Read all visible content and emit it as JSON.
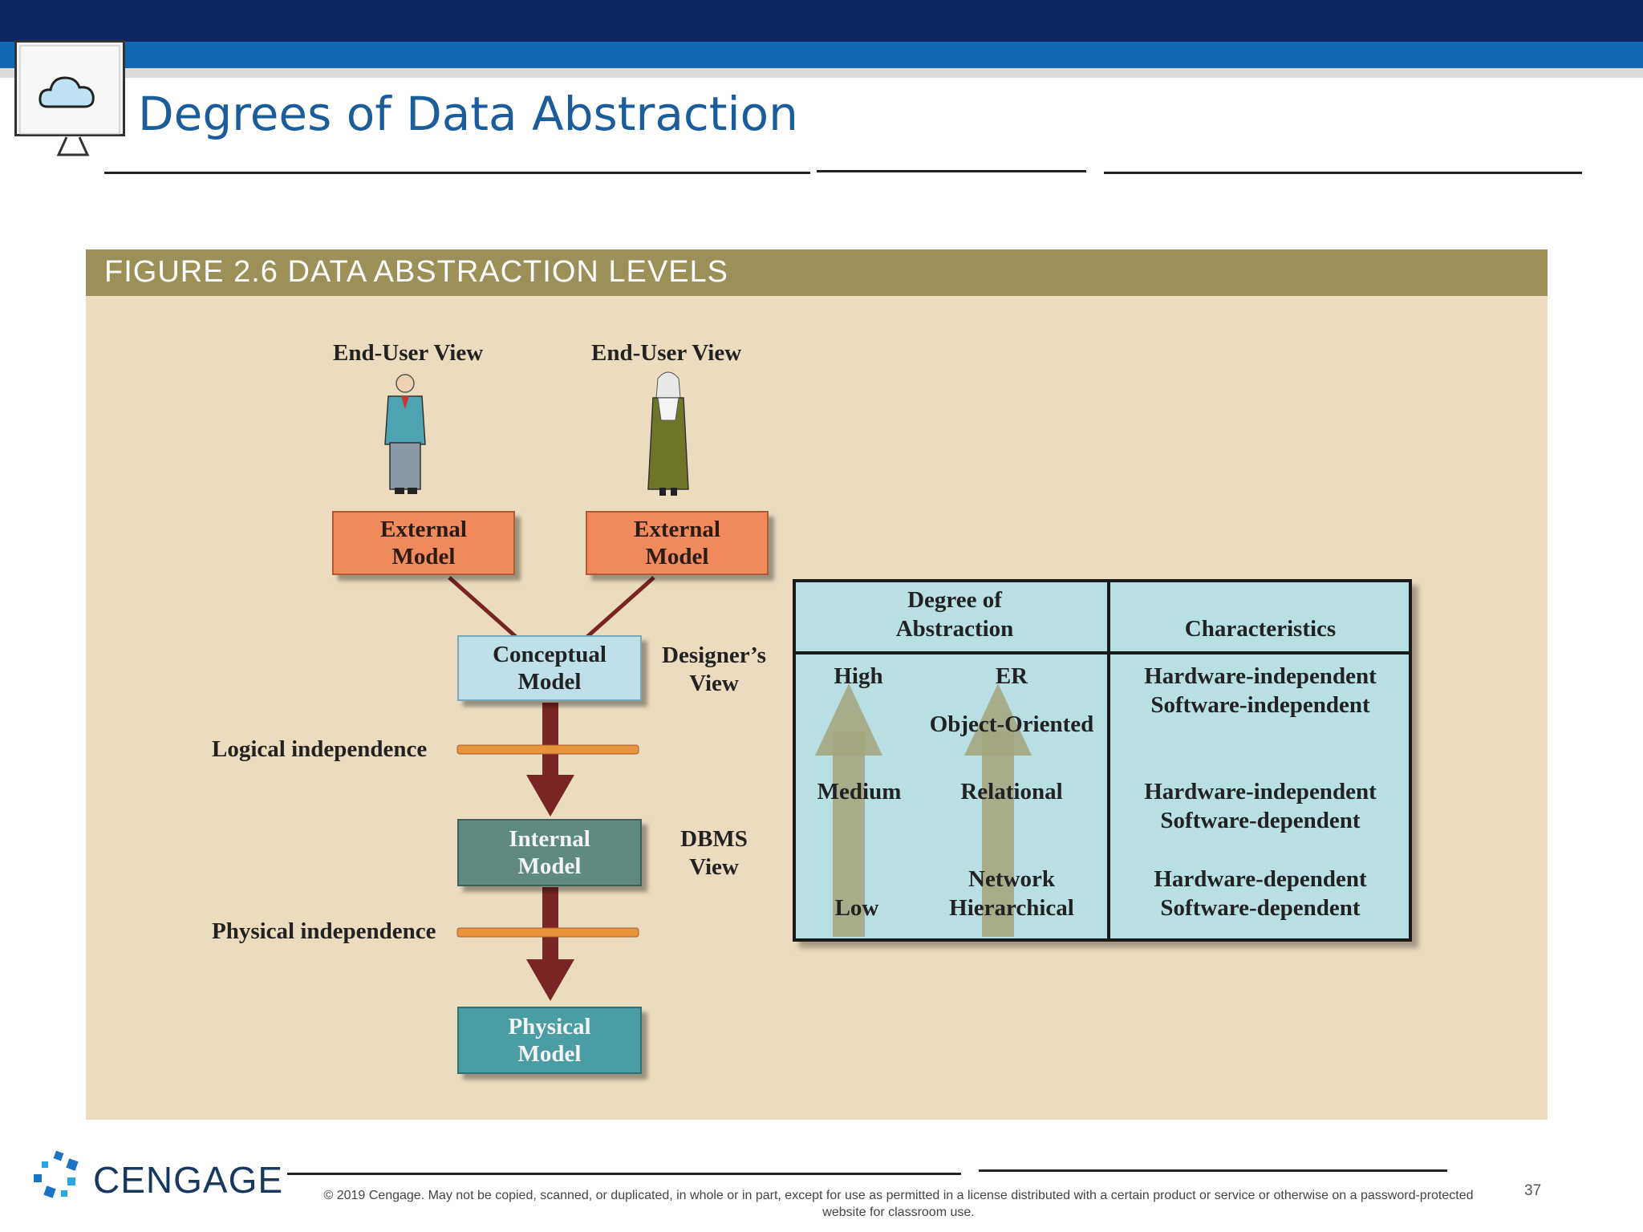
{
  "slide": {
    "title": "Degrees of Data Abstraction",
    "page_number": "37"
  },
  "figure": {
    "header": "FIGURE 2.6  DATA ABSTRACTION LEVELS",
    "user_view_label_1": "End-User View",
    "user_view_label_2": "End-User View",
    "external_model_1": [
      "External",
      "Model"
    ],
    "external_model_2": [
      "External",
      "Model"
    ],
    "conceptual_model": [
      "Conceptual",
      "Model"
    ],
    "internal_model": [
      "Internal",
      "Model"
    ],
    "physical_model": [
      "Physical",
      "Model"
    ],
    "designers_view": [
      "Designer’s",
      "View"
    ],
    "dbms_view": [
      "DBMS",
      "View"
    ],
    "logical_independence": "Logical independence",
    "physical_independence": "Physical independence"
  },
  "table": {
    "col1_header": [
      "Degree of",
      "Abstraction"
    ],
    "col2_header": "Characteristics",
    "levels": {
      "high": "High",
      "medium": "Medium",
      "low": "Low"
    },
    "models": {
      "er": "ER",
      "object_oriented": "Object-Oriented",
      "relational": "Relational",
      "network": "Network",
      "hierarchical": "Hierarchical"
    },
    "characteristics": [
      [
        "Hardware-independent",
        "Software-independent"
      ],
      [
        "Hardware-independent",
        "Software-dependent"
      ],
      [
        "Hardware-dependent",
        "Software-dependent"
      ]
    ]
  },
  "footer": {
    "brand": "CENGAGE",
    "copyright": "© 2019 Cengage. May not be copied, scanned, or duplicated, in whole or in part, except for use as permitted in a license distributed with a certain product or service or otherwise on a password-protected website for classroom use."
  },
  "colors": {
    "top_bar_dark": "#0e2562",
    "top_bar_mid": "#1368b3",
    "title_blue": "#1b5d9b",
    "figure_bg": "#ebdcc0",
    "figure_header": "#9a9058",
    "external_model": "#f08a5d",
    "conceptual_model": "#bfe0e8",
    "internal_model": "#5f8a82",
    "physical_model": "#4a9ea3",
    "table_bg": "#b8dfe2",
    "arrow_maroon": "#7a2525",
    "bar_orange": "#e8943c"
  },
  "icons": [
    "cloud-computer-icon",
    "cengage-logo-icon",
    "male-user-icon",
    "female-user-icon"
  ]
}
